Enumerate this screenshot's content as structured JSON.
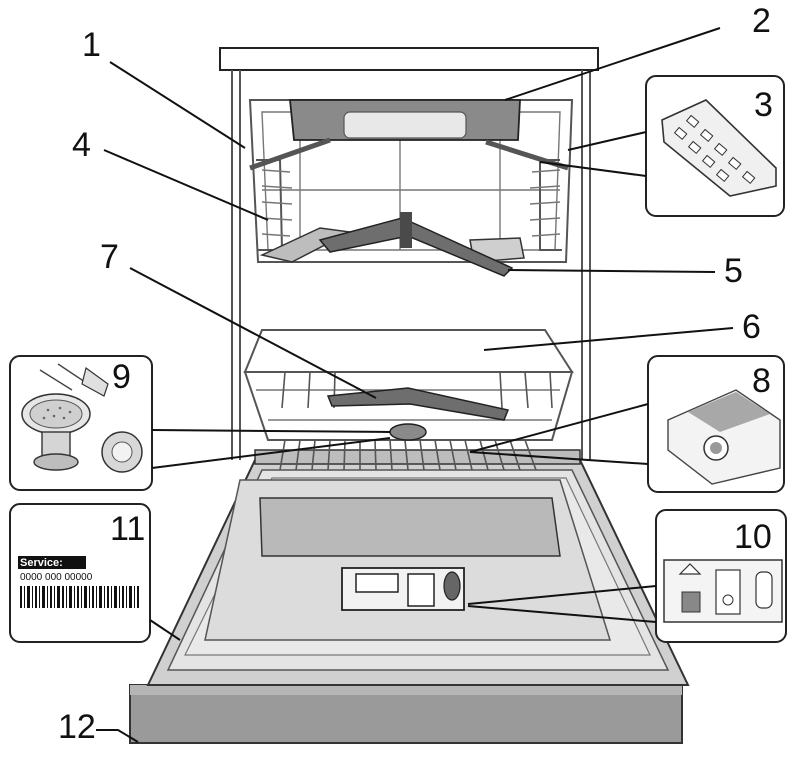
{
  "callouts": {
    "n1": "1",
    "n2": "2",
    "n3": "3",
    "n4": "4",
    "n5": "5",
    "n6": "6",
    "n7": "7",
    "n8": "8",
    "n9": "9",
    "n10": "10",
    "n11": "11",
    "n12": "12"
  },
  "rating_plate": {
    "service_label": "Service:",
    "service_number": "0000 000 00000"
  }
}
